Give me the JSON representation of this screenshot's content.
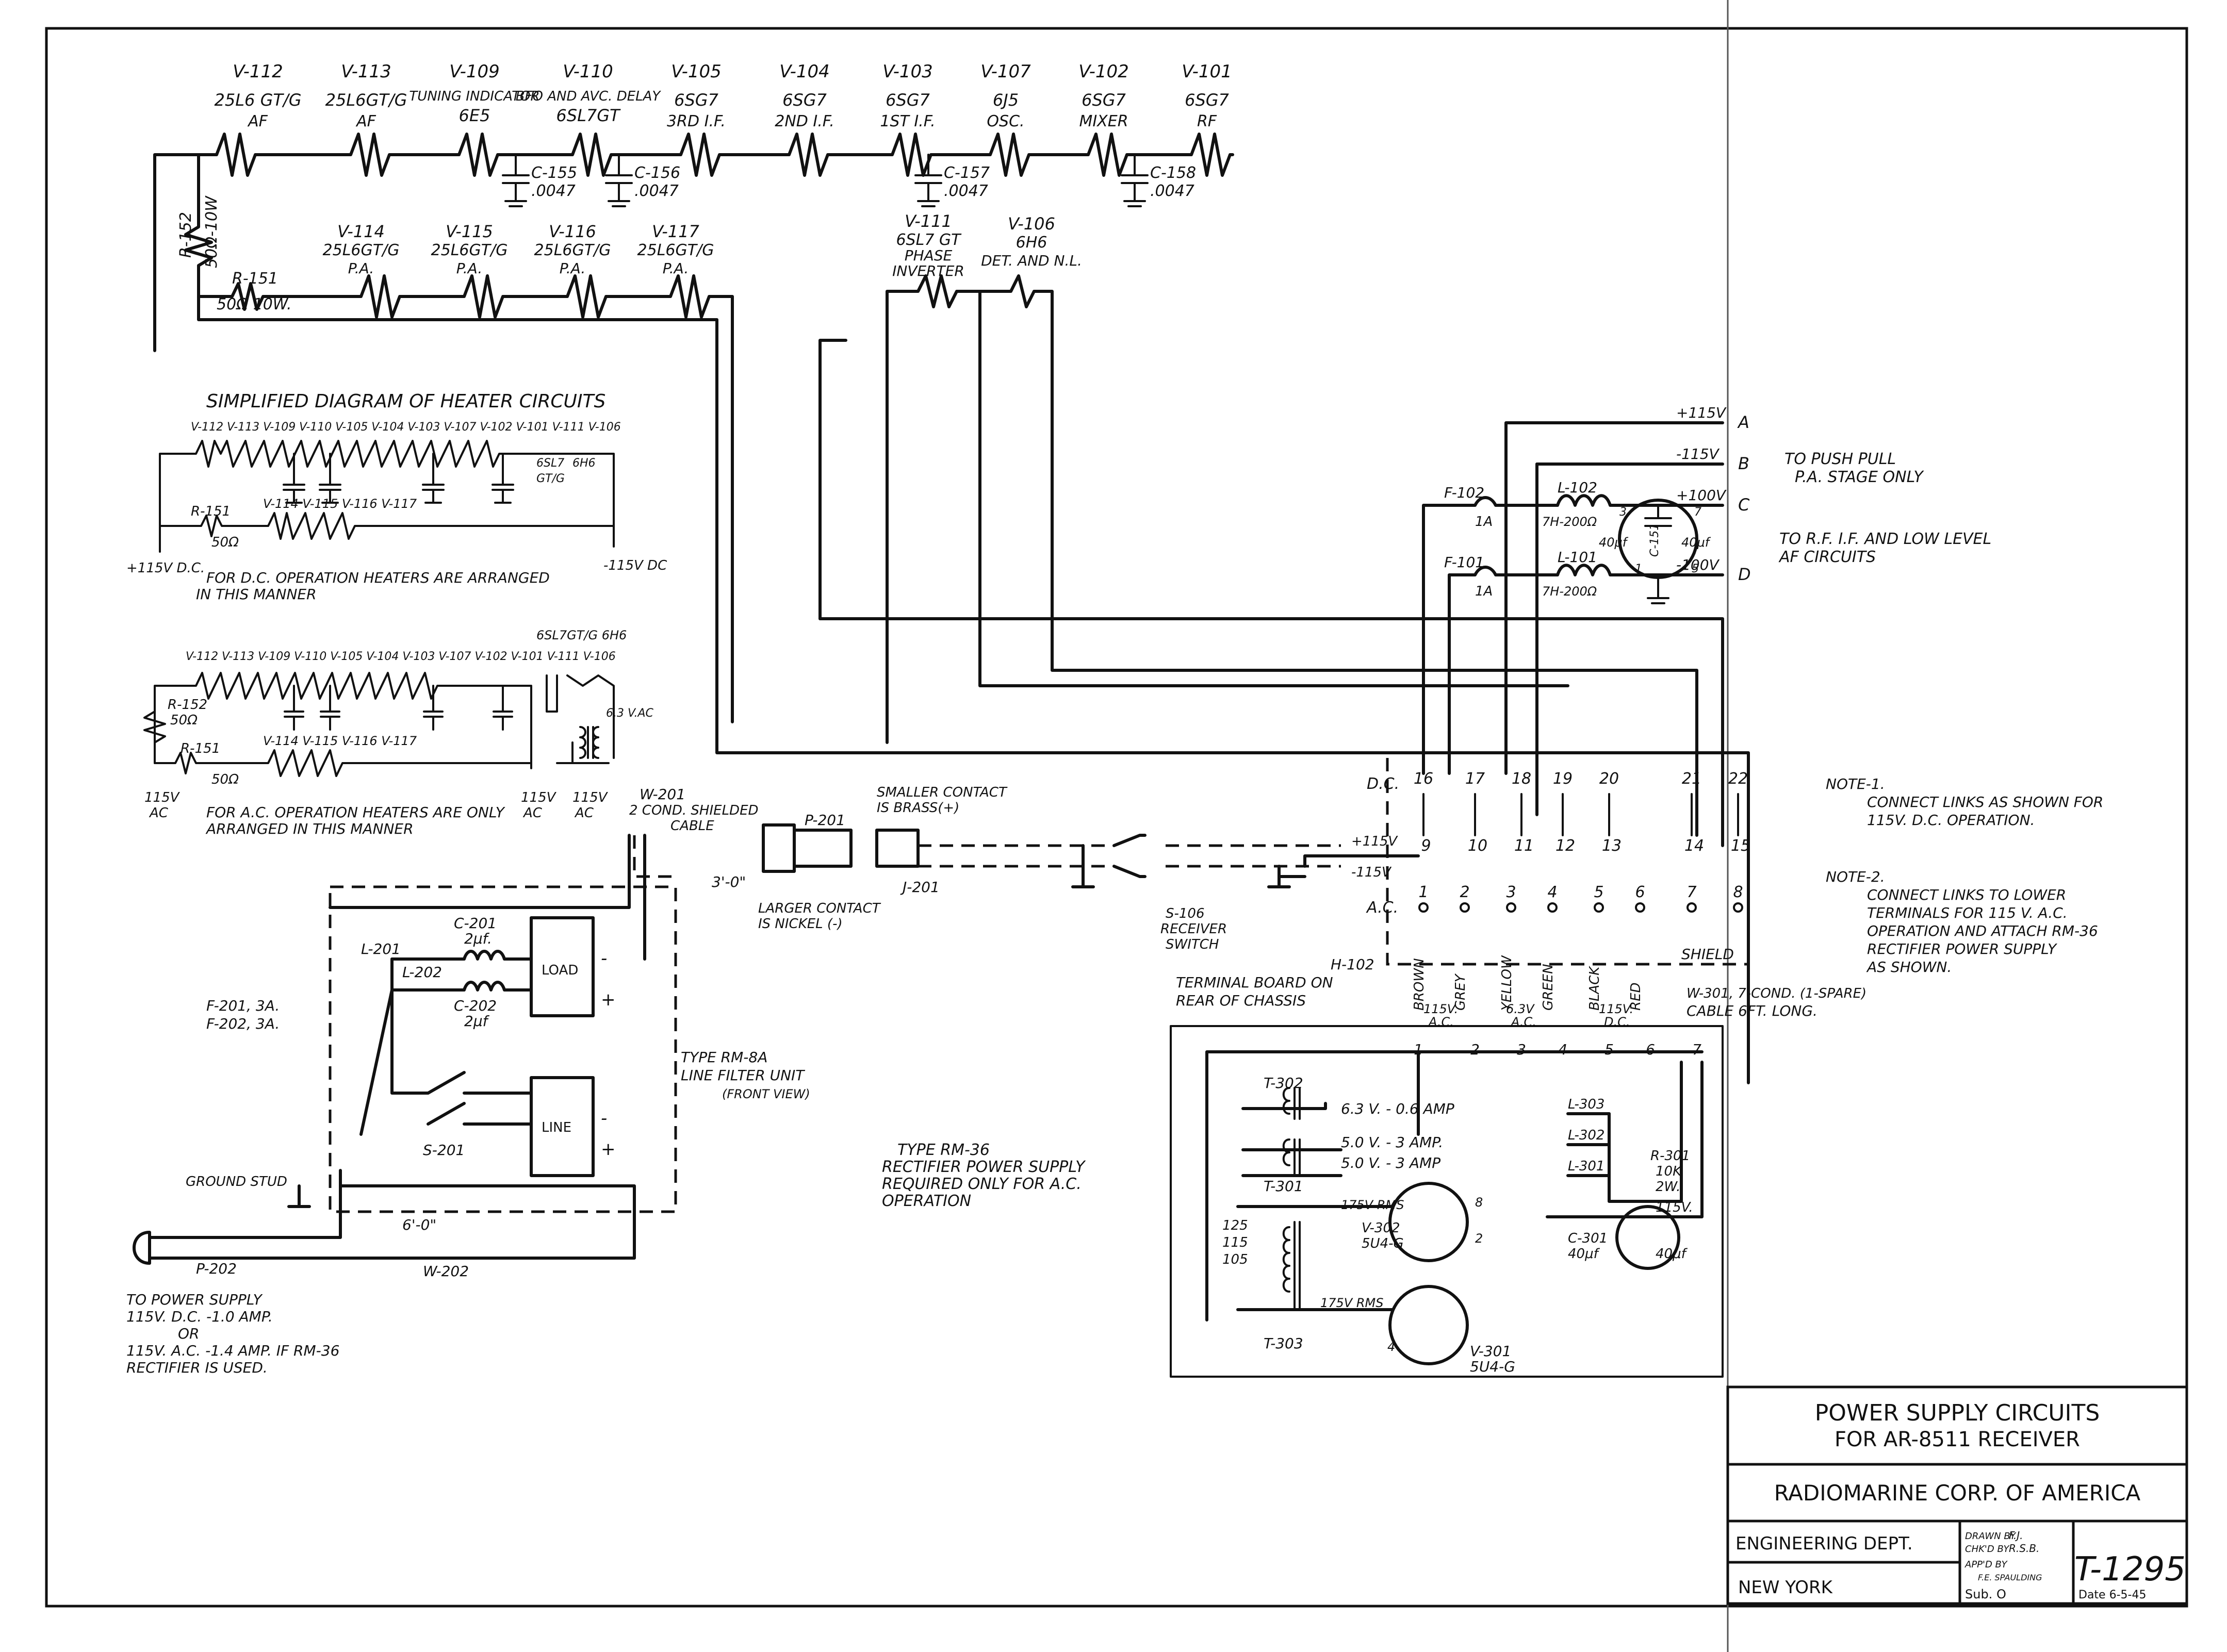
{
  "tubes_top": [
    {
      "id": "V-112",
      "type": "25L6 GT/G",
      "func": "AF"
    },
    {
      "id": "V-113",
      "type": "25L6GT/G",
      "func": "AF"
    },
    {
      "id": "V-109",
      "type": "6E5",
      "func": "TUNING INDICATOR"
    },
    {
      "id": "V-110",
      "type": "6SL7GT",
      "func": "BFO AND AVC. DELAY"
    },
    {
      "id": "V-105",
      "type": "6SG7",
      "func": "3RD I.F."
    },
    {
      "id": "V-104",
      "type": "6SG7",
      "func": "2ND I.F."
    },
    {
      "id": "V-103",
      "type": "6SG7",
      "func": "1ST I.F."
    },
    {
      "id": "V-107",
      "type": "6J5",
      "func": "OSC."
    },
    {
      "id": "V-102",
      "type": "6SG7",
      "func": "MIXER"
    },
    {
      "id": "V-101",
      "type": "6SG7",
      "func": "RF"
    }
  ],
  "tubes_pa": [
    {
      "id": "V-114",
      "type": "25L6GT/G",
      "func": "P.A."
    },
    {
      "id": "V-115",
      "type": "25L6GT/G",
      "func": "P.A."
    },
    {
      "id": "V-116",
      "type": "25L6GT/G",
      "func": "P.A."
    },
    {
      "id": "V-117",
      "type": "25L6GT/G",
      "func": "P.A."
    }
  ],
  "tube_v111": {
    "id": "V-111",
    "type": "6SL7 GT",
    "func1": "PHASE",
    "func2": "INVERTER"
  },
  "tube_v106": {
    "id": "V-106",
    "type": "6H6",
    "func": "DET. AND N.L."
  },
  "caps_top": [
    {
      "id": "C-155",
      "val": ".0047"
    },
    {
      "id": "C-156",
      "val": ".0047"
    },
    {
      "id": "C-157",
      "val": ".0047"
    },
    {
      "id": "C-158",
      "val": ".0047"
    }
  ],
  "r152": {
    "id": "R-152",
    "val": "50Ω-10W"
  },
  "r151": {
    "id": "R-151",
    "val": "50Ω 10W."
  },
  "simplified": {
    "title": "SIMPLIFIED DIAGRAM OF HEATER CIRCUITS",
    "tube_row": "V-112 V-113 V-109 V-110 V-105 V-104 V-103 V-107 V-102 V-101 V-111 V-106",
    "tube_types": [
      "6SL7",
      "6H6",
      "GT/G"
    ],
    "r151": "R-151",
    "r151v": "50Ω",
    "pa_row": "V-114 V-115 V-116 V-117",
    "plus": "+115V D.C.",
    "minus": "-115V DC",
    "note1": "FOR D.C. OPERATION HEATERS ARE ARRANGED",
    "note2": "IN THIS MANNER"
  },
  "ac_diag": {
    "tube_row": "V-112 V-113 V-109 V-110 V-105 V-104 V-103 V-107 V-102 V-101 V-111 V-106",
    "types": "6SL7GT/G 6H6",
    "r152": "R-152",
    "r152v": "50Ω",
    "r151": "R-151",
    "r151v": "50Ω",
    "pa_row": "V-114 V-115 V-116 V-117",
    "vac": "6.3 V.AC",
    "l_ac1": "115V",
    "l_ac2": "AC",
    "m_ac1": "115V",
    "m_ac2": "AC",
    "r_ac1": "115V",
    "r_ac2": "AC",
    "note1": "FOR A.C. OPERATION HEATERS ARE ONLY",
    "note2": "ARRANGED IN THIS MANNER"
  },
  "outputs": [
    {
      "volt": "+115V",
      "letter": "A"
    },
    {
      "volt": "-115V",
      "letter": "B"
    },
    {
      "volt": "+100V",
      "letter": "C"
    },
    {
      "volt": "-100V",
      "letter": "D"
    }
  ],
  "push_pull": [
    "TO PUSH PULL",
    "P.A. STAGE ONLY"
  ],
  "rf_if": [
    "TO R.F. I.F. AND LOW LEVEL",
    "AF CIRCUITS"
  ],
  "filter": {
    "f102": "F-102",
    "f102a": "1A",
    "f101": "F-101",
    "f101a": "1A",
    "l102": "L-102",
    "l102v": "7H-200Ω",
    "l101": "L-101",
    "l101v": "7H-200Ω",
    "c151": "C-151",
    "c151a": "40μf",
    "c151b": "40μf",
    "pin3": "3",
    "pin7": "7",
    "pin1": "1",
    "pin5": "5"
  },
  "tb": {
    "dc": "D.C.",
    "ac": "A.C.",
    "upper": [
      "16",
      "17",
      "18",
      "19",
      "20",
      "21",
      "22"
    ],
    "mid": [
      "9",
      "10",
      "11",
      "12",
      "13",
      "14",
      "15"
    ],
    "lower": [
      "1",
      "2",
      "3",
      "4",
      "5",
      "6",
      "7",
      "8"
    ],
    "plus": "+115V",
    "minus": "-115V",
    "colors": [
      "BROWN",
      "GREY",
      "YELLOW",
      "GREEN",
      "BLACK",
      "RED"
    ],
    "shield": "SHIELD",
    "h102a": "H-102",
    "h102b": "TERMINAL BOARD ON",
    "h102c": "REAR OF CHASSIS"
  },
  "note1": [
    "NOTE-1.",
    "CONNECT LINKS AS SHOWN FOR",
    "115V. D.C. OPERATION."
  ],
  "note2": [
    "NOTE-2.",
    "CONNECT LINKS TO LOWER",
    "TERMINALS FOR 115 V. A.C.",
    "OPERATION AND ATTACH RM-36",
    "RECTIFIER POWER SUPPLY",
    "AS SHOWN."
  ],
  "cable": {
    "w201a": "W-201",
    "w201b": "2 COND. SHIELDED",
    "w201c": "CABLE",
    "p201": "P-201",
    "j201": "J-201",
    "small1": "SMALLER CONTACT",
    "small2": "IS BRASS(+)",
    "large1": "LARGER CONTACT",
    "large2": "IS NICKEL (-)",
    "len": "3'-0\"",
    "s106a": "S-106",
    "s106b": "RECEIVER",
    "s106c": "SWITCH"
  },
  "line_filter": {
    "c201": "C-201",
    "c201v": "2μf.",
    "l201": "L-201",
    "l202": "L-202",
    "c202": "C-202",
    "c202v": "2μf",
    "f201": "F-201, 3A.",
    "f202": "F-202, 3A.",
    "load": "LOAD",
    "line": "LINE",
    "s201": "S-201",
    "rm8a": "TYPE RM-8A",
    "rm8b": "LINE FILTER UNIT",
    "rm8c": "(FRONT VIEW)",
    "ground": "GROUND STUD",
    "len": "6'-0\"",
    "p202": "P-202",
    "w202": "W-202",
    "minus": "-",
    "plus": "+"
  },
  "to_power": [
    "TO POWER SUPPLY",
    "115V. D.C. -1.0 AMP.",
    "OR",
    "115V. A.C. -1.4 AMP. IF RM-36",
    "RECTIFIER IS USED."
  ],
  "w301": [
    "W-301, 7-COND. (1-SPARE)",
    "CABLE 6FT. LONG."
  ],
  "rm36": {
    "label": [
      "TYPE RM-36",
      "RECTIFIER POWER SUPPLY",
      "REQUIRED ONLY FOR A.C.",
      "OPERATION"
    ],
    "hdr_ac": "115V.",
    "hdr_ac2": "A.C.",
    "hdr_63": "6.3V",
    "hdr_63b": "A.C.",
    "hdr_dc": "115V.",
    "hdr_dc2": "D.C.",
    "pins": [
      "1",
      "2",
      "3",
      "4",
      "5",
      "6",
      "7"
    ],
    "t302": "T-302",
    "t301": "T-301",
    "t303": "T-303",
    "v63": "6.3 V. - 0.6 AMP",
    "v50a": "5.0 V. - 3 AMP.",
    "v50b": "5.0 V. - 3 AMP",
    "taps": [
      "125",
      "115",
      "105"
    ],
    "rms1": "175V RMS",
    "rms2": "175V RMS",
    "v302": "V-302",
    "v302t": "5U4-G",
    "v301": "V-301",
    "v301t": "5U4-G",
    "l303": "L-303",
    "l302": "L-302",
    "l301": "L-301",
    "r301": "R-301",
    "r301v": "10K",
    "r301w": "2W.",
    "v115": "115V.",
    "c301": "C-301",
    "c301a": "40μf",
    "c301b": "40μf",
    "p2": "2",
    "p8": "8",
    "p4": "4"
  },
  "title": {
    "l1": "POWER SUPPLY CIRCUITS",
    "l2": "FOR AR-8511 RECEIVER",
    "company": "RADIOMARINE CORP. OF AMERICA",
    "dept": "ENGINEERING DEPT.",
    "city": "NEW YORK",
    "drawn": "DRAWN BY",
    "drawn_v": "F.J.",
    "chk": "CHK'D BY",
    "chk_v": "R.S.B.",
    "appd": "APP'D BY",
    "appd_v": "F.E. SPAULDING",
    "sub": "Sub. O",
    "num": "T-1295",
    "date": "Date 6-5-45"
  }
}
